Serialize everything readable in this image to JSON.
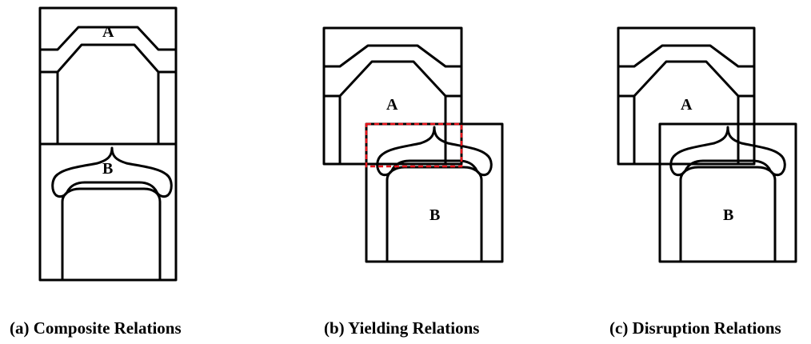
{
  "panels": [
    {
      "caption": "(a) Composite Relations",
      "label_a": "A",
      "label_b": "B"
    },
    {
      "caption": "(b) Yielding Relations",
      "label_a": "A",
      "label_b": "B"
    },
    {
      "caption": "(c) Disruption Relations",
      "label_a": "A",
      "label_b": "B"
    }
  ]
}
